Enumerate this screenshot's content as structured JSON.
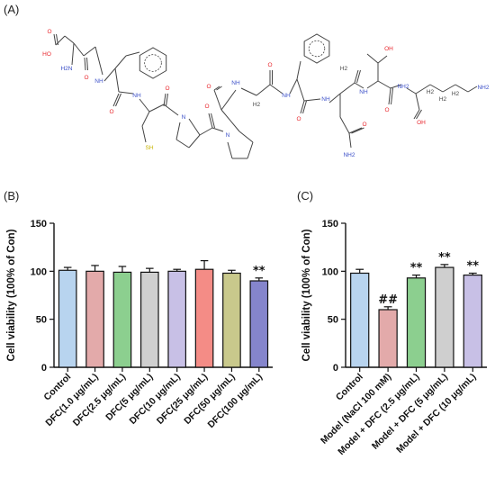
{
  "panels": {
    "a": "(A)",
    "b": "(B)",
    "c": "(C)"
  },
  "molecule": {
    "atom_labels": [
      "O",
      "HO",
      "H2N",
      "NH",
      "NH",
      "NH",
      "N",
      "N",
      "NH",
      "NH",
      "NH",
      "OH",
      "NH",
      "NH2",
      "OH",
      "O",
      "O",
      "O",
      "O",
      "O",
      "O",
      "O",
      "O",
      "SH",
      "NH2",
      "O",
      "H2",
      "H2",
      "H2",
      "H2",
      "H2"
    ],
    "colors": {
      "bond": "#444444",
      "oxygen": "#e8262c",
      "nitrogen": "#3b4fc8",
      "sulfur": "#c8b400"
    }
  },
  "chart_data": [
    {
      "type": "bar",
      "panel": "(B)",
      "ylabel": "Cell viability (100% of Con)",
      "ylim": [
        0,
        150
      ],
      "yticks": [
        0,
        50,
        100,
        150
      ],
      "categories": [
        "Control",
        "DFC(1.0 μg/mL)",
        "DFC(2.5 μg/mL)",
        "DFC(5 μg/mL)",
        "DFC(10 μg/mL)",
        "DFC(25 μg/mL)",
        "DFC(50 μg/mL)",
        "DFC(100 μg/mL)"
      ],
      "values": [
        101,
        100,
        99,
        99,
        100,
        102,
        98,
        90
      ],
      "errors": [
        3,
        6,
        6,
        4,
        2,
        9,
        3,
        3
      ],
      "colors": [
        "#b8d4ef",
        "#e3aaaa",
        "#8ccf8f",
        "#cfcfcf",
        "#c8c0e6",
        "#f48c86",
        "#c9c98c",
        "#8585cc"
      ],
      "significance": [
        "",
        "",
        "",
        "",
        "",
        "",
        "",
        "**"
      ]
    },
    {
      "type": "bar",
      "panel": "(C)",
      "ylabel": "Cell viability (100% of Con)",
      "ylim": [
        0,
        150
      ],
      "yticks": [
        0,
        50,
        100,
        150
      ],
      "categories": [
        "Control",
        "Model (NaCl 100 mM)",
        "Model + DFC (2.5 μg/mL)",
        "Model + DFC (5 μg/mL)",
        "Model + DFC (10 μg/mL)"
      ],
      "values": [
        98,
        60,
        93,
        104,
        96
      ],
      "errors": [
        4,
        3,
        3,
        3,
        2
      ],
      "colors": [
        "#b8d4ef",
        "#e3aaaa",
        "#8ccf8f",
        "#cfcfcf",
        "#c8c0e6"
      ],
      "significance": [
        "",
        "##",
        "**",
        "**",
        "**"
      ]
    }
  ]
}
